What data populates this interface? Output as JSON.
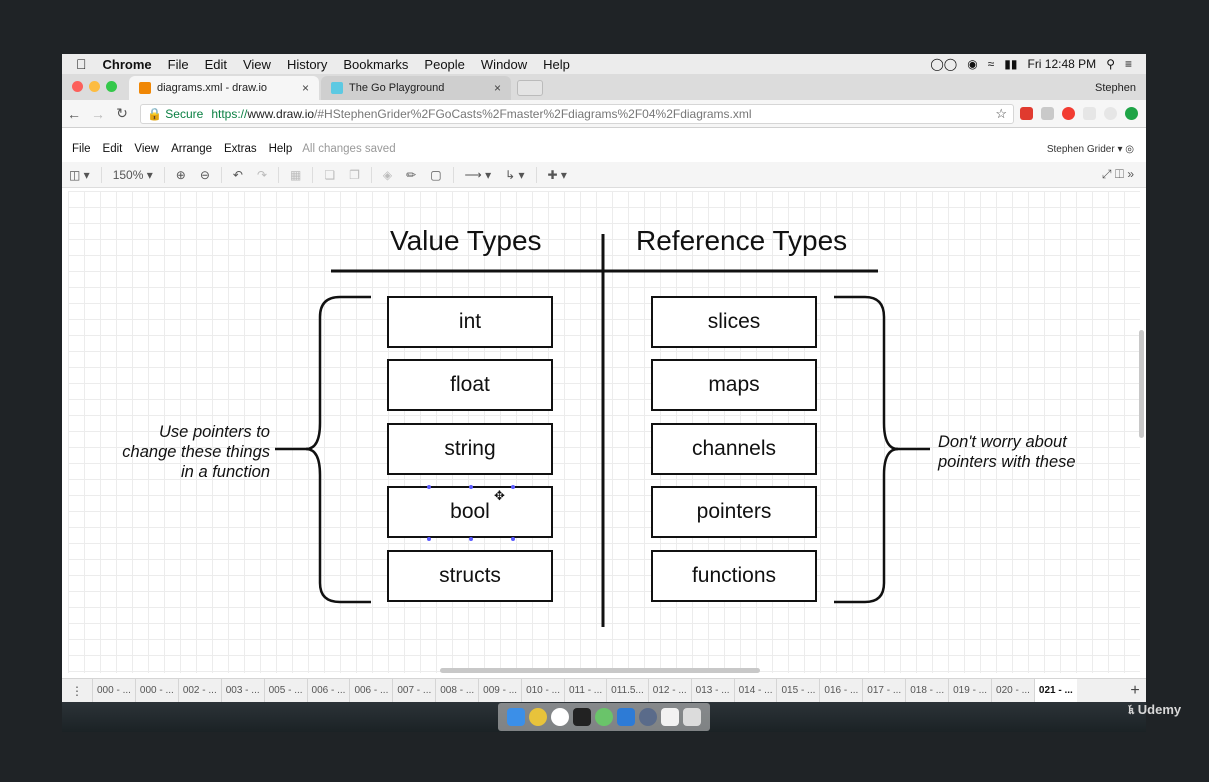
{
  "menubar": {
    "app": "Chrome",
    "items": [
      "File",
      "Edit",
      "View",
      "History",
      "Bookmarks",
      "People",
      "Window",
      "Help"
    ],
    "clock": "Fri 12:48 PM"
  },
  "tabs": [
    {
      "title": "diagrams.xml - draw.io",
      "favicon_color": "#f08705"
    },
    {
      "title": "The Go Playground",
      "favicon_color": "#5dc9e2"
    }
  ],
  "profile": "Stephen",
  "address": {
    "secure_label": "Secure",
    "scheme": "https://",
    "host": "www.draw.io",
    "path": "/#HStephenGrider%2FGoCasts%2Fmaster%2Fdiagrams%2F04%2Fdiagrams.xml"
  },
  "app_menu": {
    "items": [
      "File",
      "Edit",
      "View",
      "Arrange",
      "Extras",
      "Help"
    ],
    "status": "All changes saved",
    "user": "Stephen Grider"
  },
  "toolbar": {
    "zoom": "150%"
  },
  "diagram": {
    "left_heading": "Value Types",
    "right_heading": "Reference Types",
    "value_types": [
      "int",
      "float",
      "string",
      "bool",
      "structs"
    ],
    "reference_types": [
      "slices",
      "maps",
      "channels",
      "pointers",
      "functions"
    ],
    "left_note": [
      "Use pointers to",
      "change these things",
      "in a function"
    ],
    "right_note": [
      "Don't worry about",
      "pointers with these"
    ]
  },
  "pages": [
    "000 - ...",
    "000 - ...",
    "002 - ...",
    "003 - ...",
    "005 - ...",
    "006 - ...",
    "006 - ...",
    "007 - ...",
    "008 - ...",
    "009 - ...",
    "010 - ...",
    "011 - ...",
    "011.5...",
    "012 - ...",
    "013 - ...",
    "014 - ...",
    "015 - ...",
    "016 - ...",
    "017 - ...",
    "018 - ...",
    "019 - ...",
    "020 - ...",
    "021 - ..."
  ],
  "active_page_index": 22,
  "watermark": "Udemy"
}
